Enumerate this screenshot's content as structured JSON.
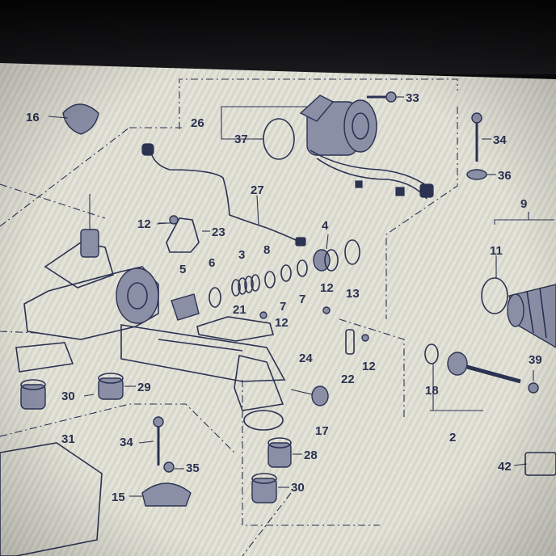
{
  "diagram": {
    "part_labels": [
      "16",
      "26",
      "37",
      "33",
      "34",
      "36",
      "27",
      "12",
      "23",
      "5",
      "6",
      "3",
      "8",
      "4",
      "9",
      "11",
      "21",
      "7",
      "12",
      "7",
      "12",
      "13",
      "24",
      "22",
      "12",
      "39",
      "18",
      "30",
      "29",
      "31",
      "34",
      "35",
      "15",
      "28",
      "30",
      "17",
      "2",
      "42"
    ]
  },
  "colors": {
    "paper": "#e4e3d8",
    "ink": "#2b3252",
    "bezel": "#0b0b0d"
  }
}
